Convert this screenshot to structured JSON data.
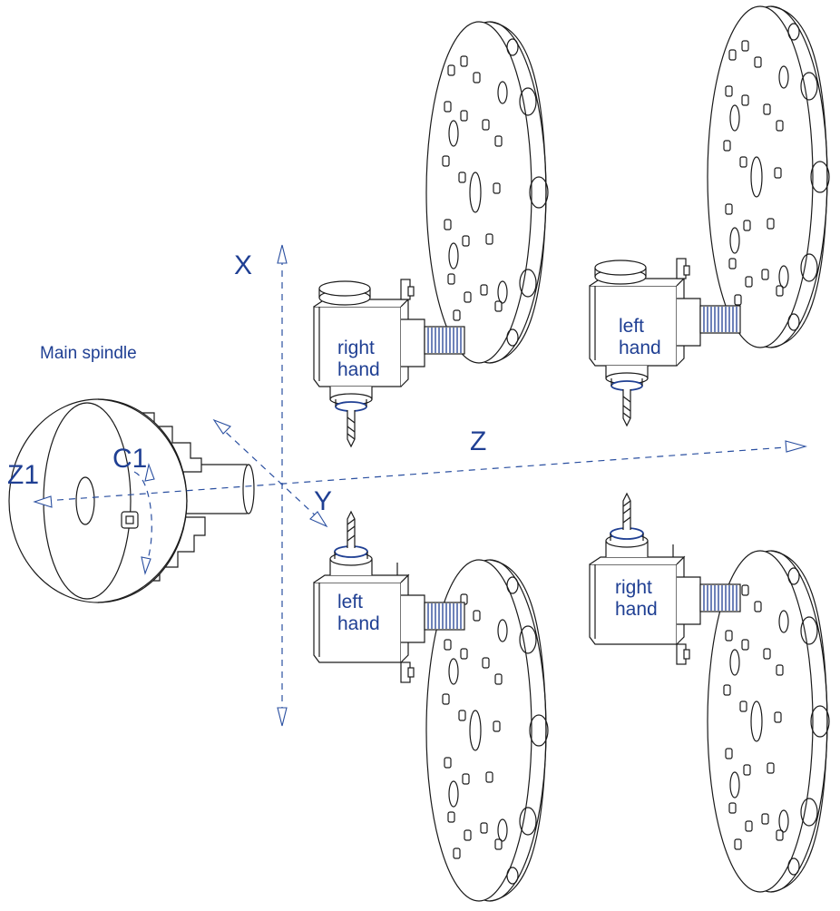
{
  "axes": {
    "x": "X",
    "z": "Z",
    "z1": "Z1",
    "c1": "C1",
    "y": "Y"
  },
  "spindle_label": "Main spindle",
  "heads": [
    {
      "line1": "right",
      "line2": "hand"
    },
    {
      "line1": "left",
      "line2": "hand"
    },
    {
      "line1": "left",
      "line2": "hand"
    },
    {
      "line1": "right",
      "line2": "hand"
    }
  ],
  "colors": {
    "label": "#1f3f93",
    "axis": "#2a4fa0",
    "ink": "#1a1a1a"
  }
}
